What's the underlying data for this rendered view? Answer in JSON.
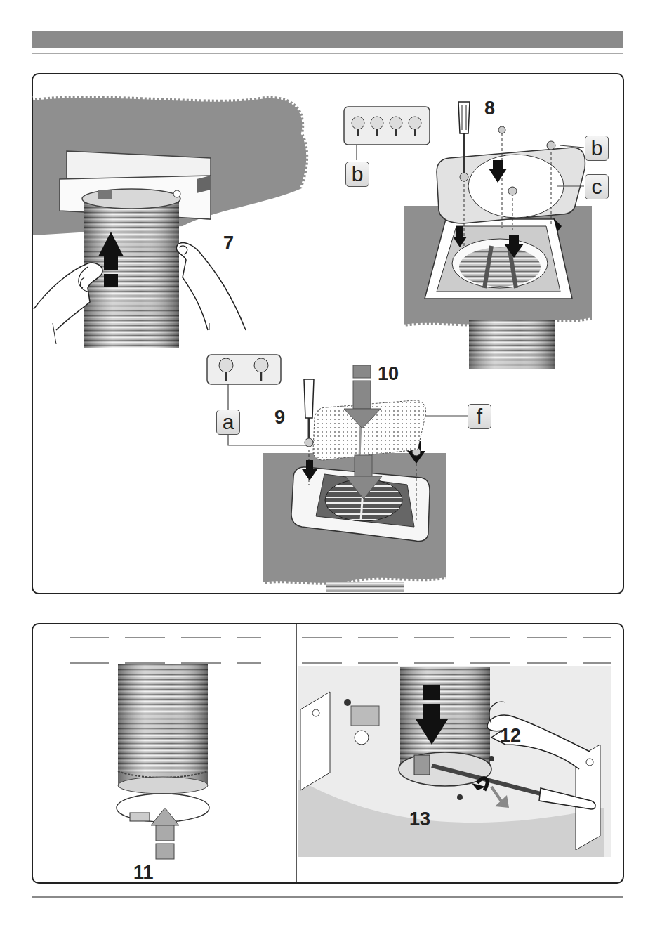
{
  "diagram": {
    "nodes": [
      {
        "text": [
          "b"
        ]
      },
      {
        "text": [
          "b"
        ]
      },
      {
        "text": [
          "c"
        ]
      },
      {
        "text": [
          "a"
        ]
      },
      {
        "text": [
          "f"
        ]
      }
    ],
    "labels": [
      "7",
      "8",
      "10",
      "9",
      "11",
      "12",
      "13"
    ]
  }
}
